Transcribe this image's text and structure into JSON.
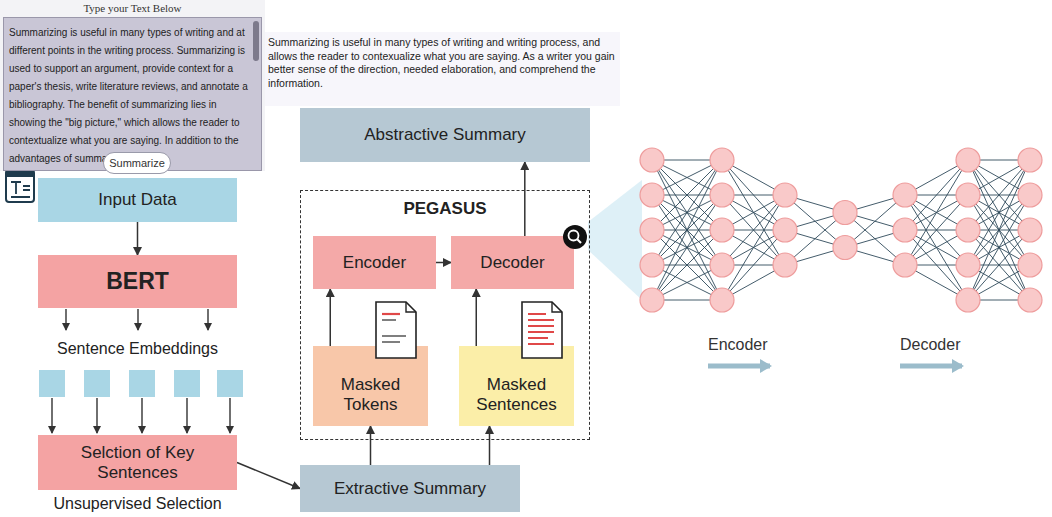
{
  "diagram": {
    "nodes": [
      {
        "text": [
          "Type your Text Below",
          "Summarizing is useful in many types of writing and at different points in the writing process. Summarizing is used to support an argument, provide context for a paper's thesis, write literature reviews, and annotate a bibliography. The benefit of summarizing lies in showing the \"big picture,\" which allows the reader to contextualize what you are saying. In addition to the advantages of summarizing"
        ]
      },
      {
        "text": [
          "Summarize"
        ]
      },
      {
        "text": [
          "Input Data"
        ]
      },
      {
        "text": [
          "BERT"
        ]
      },
      {
        "text": [
          "Selction of Key Sentences"
        ]
      },
      {
        "text": [
          "Abstractive Summary"
        ]
      },
      {
        "text": [
          "PEGASUS"
        ]
      },
      {
        "text": [
          "Encoder"
        ],
        "in": 6
      },
      {
        "text": [
          "Decoder"
        ],
        "in": 6
      },
      {
        "text": [
          "Masked Tokens"
        ],
        "in": 6
      },
      {
        "text": [
          "Masked Sentences"
        ],
        "in": 6
      },
      {
        "text": [
          "Extractive Summary"
        ]
      }
    ],
    "edges": [
      {
        "from": 2,
        "to": 3,
        "arrow": "to"
      },
      {
        "from": 4,
        "to": 11,
        "arrow": "to"
      },
      {
        "from": 11,
        "to": 9,
        "arrow": "to"
      },
      {
        "from": 11,
        "to": 10,
        "arrow": "to"
      },
      {
        "from": 9,
        "to": 7,
        "arrow": "to"
      },
      {
        "from": 10,
        "to": 8,
        "arrow": "to"
      },
      {
        "from": 7,
        "to": 8,
        "arrow": "to"
      },
      {
        "from": 8,
        "to": 5,
        "arrow": "to"
      }
    ],
    "labels": [
      "Summarizing is useful in many types of writing and writing process, and allows the reader to contexualize what you are saying. As a writer you gain better sense of the direction, needed elaboration, and comprehend the information.",
      "Sentence Embeddings",
      "Unsupervised Selection",
      "Encoder",
      "Decoder"
    ]
  }
}
